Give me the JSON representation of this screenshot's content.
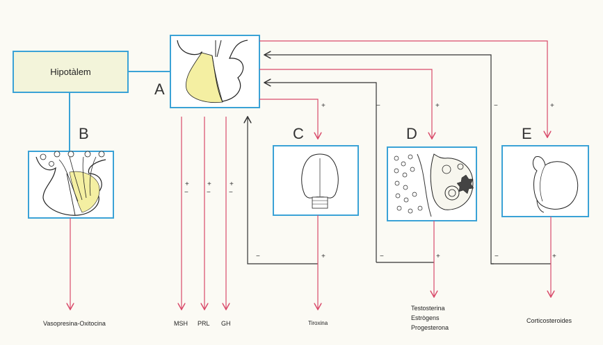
{
  "hypothalamus": {
    "label": "Hipotàlem"
  },
  "glands": {
    "A": {
      "letter": "A"
    },
    "B": {
      "letter": "B"
    },
    "C": {
      "letter": "C"
    },
    "D": {
      "letter": "D"
    },
    "E": {
      "letter": "E"
    }
  },
  "outputs": {
    "B": "Vasopresina-Oxitocina",
    "msh": "MSH",
    "prl": "PRL",
    "gh": "GH",
    "C": "Tiroxina",
    "D": [
      "Testosterina",
      "Estrògens",
      "Progesterona"
    ],
    "E": "Corticosteroides"
  },
  "signs": {
    "plus": "+",
    "minus": "−"
  },
  "colors": {
    "box_border": "#3aa2d6",
    "stim_arrow": "#d94a6a",
    "inhib_arrow": "#333333",
    "fill_yellow": "#f4efa2"
  }
}
